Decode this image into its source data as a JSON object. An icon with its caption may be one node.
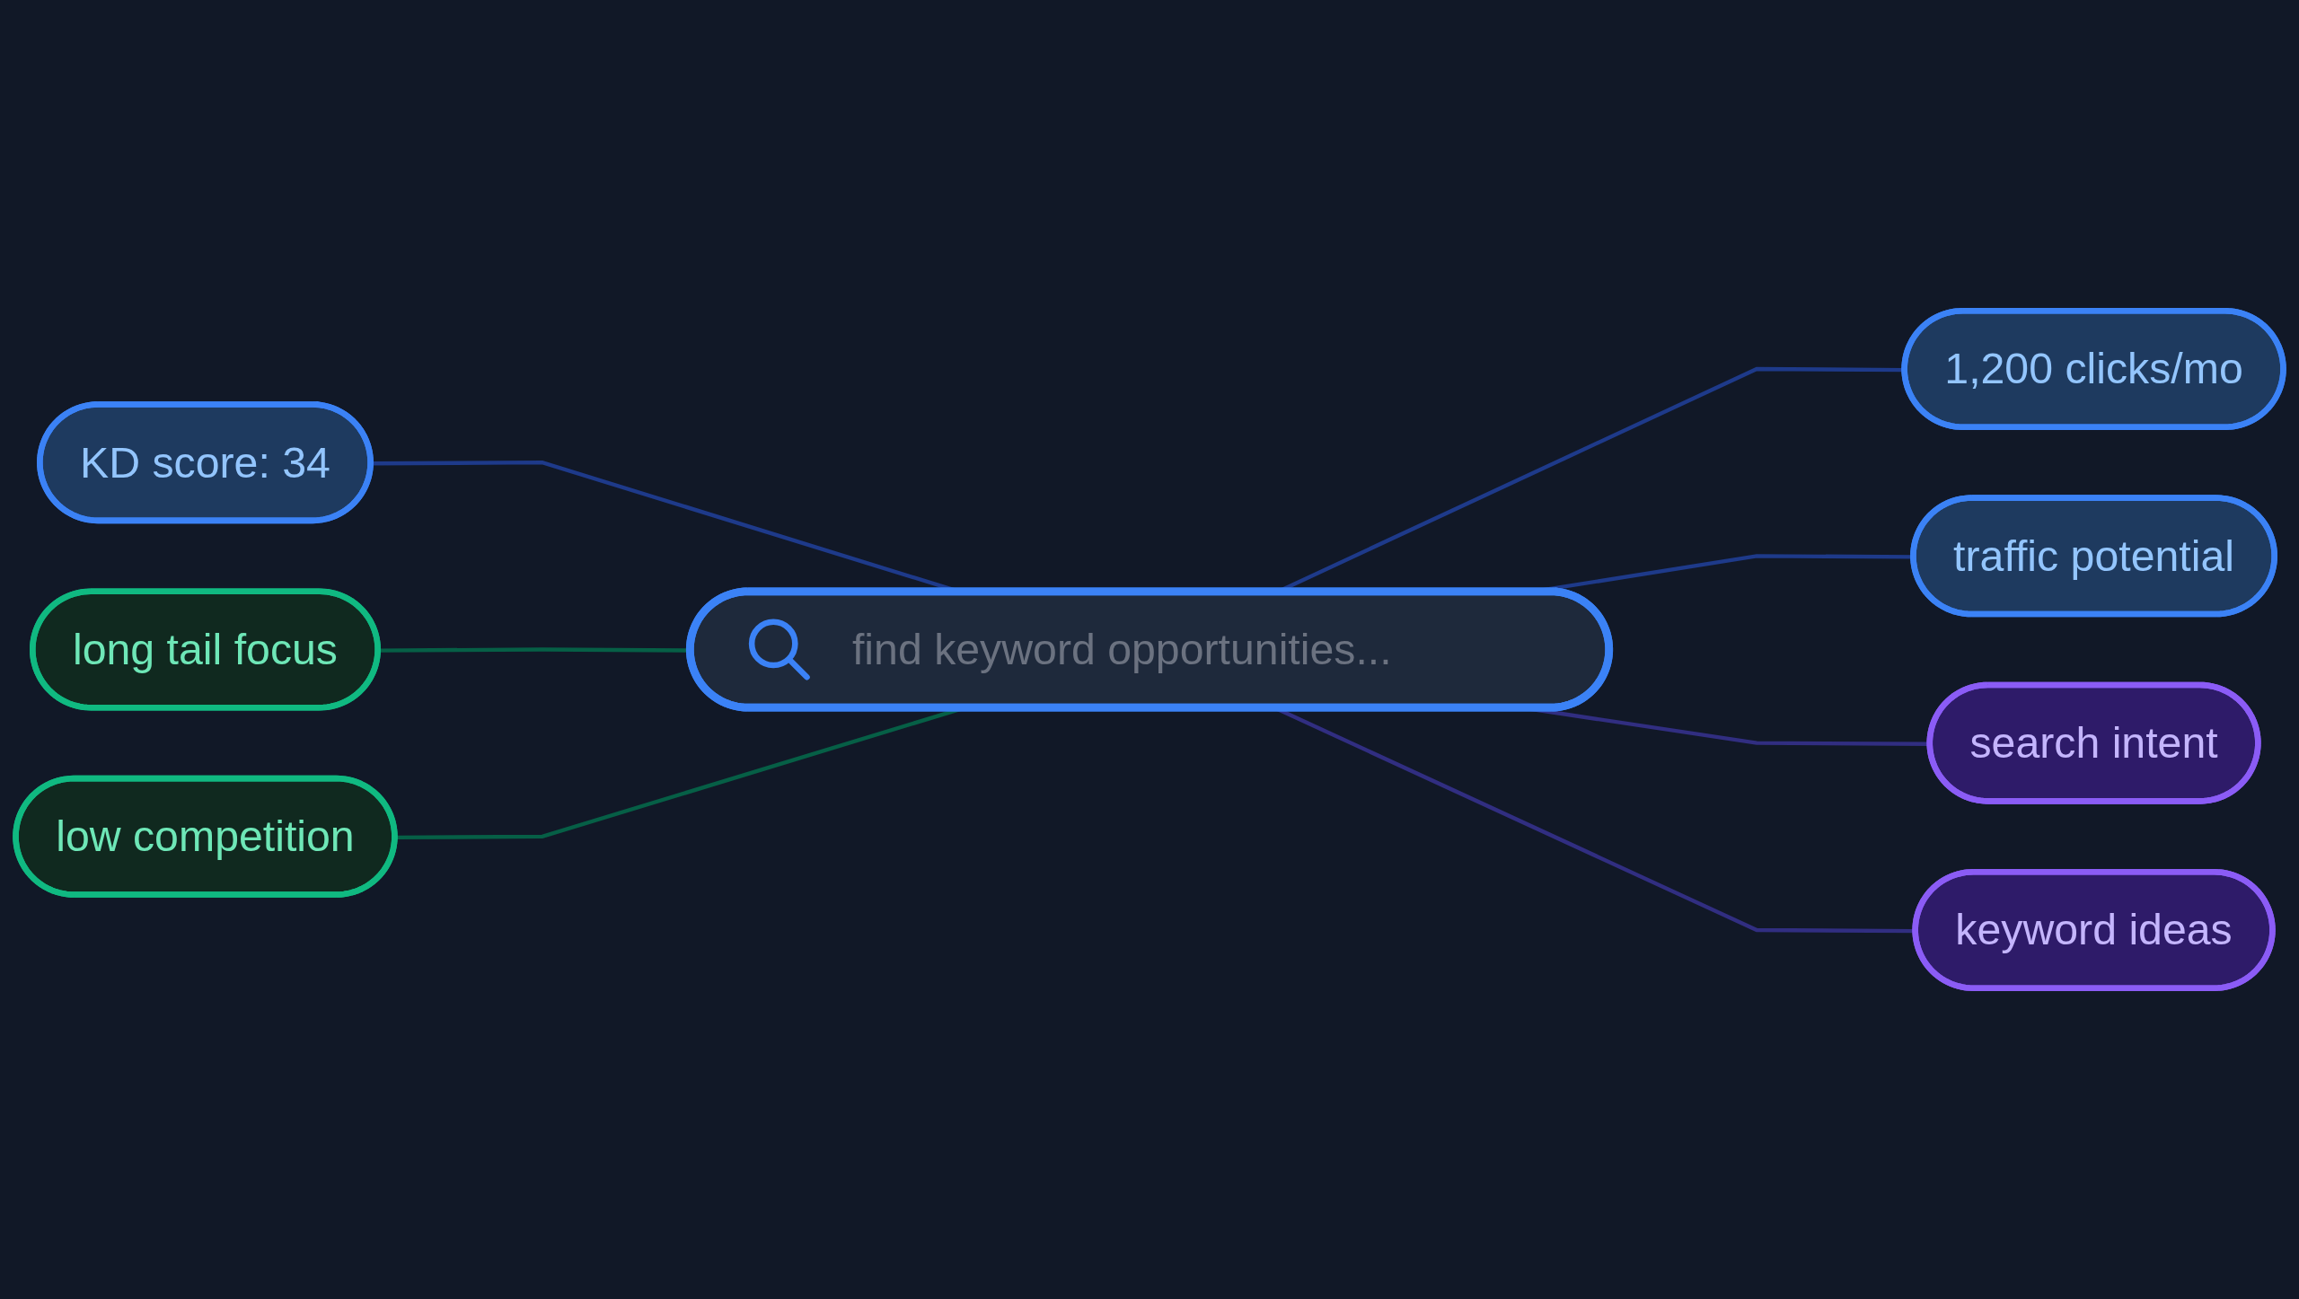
{
  "diagram": {
    "nodes": [
      {
        "text": [
          "KD score: 34"
        ]
      },
      {
        "text": [
          "1,200 clicks/mo"
        ]
      },
      {
        "text": [
          "long tail focus"
        ]
      },
      {
        "text": [
          "find keyword opportunities..."
        ]
      },
      {
        "text": [
          "traffic potential"
        ]
      },
      {
        "text": [
          "search intent"
        ]
      },
      {
        "text": [
          "low competition"
        ]
      },
      {
        "text": [
          "keyword ideas"
        ]
      }
    ],
    "edges": [
      {
        "from": 0,
        "to": 3,
        "arrow": "none"
      },
      {
        "from": 3,
        "to": 1,
        "arrow": "none"
      },
      {
        "from": 2,
        "to": 3,
        "arrow": "none",
        "color": "#065f46"
      },
      {
        "from": 3,
        "to": 4,
        "arrow": "none"
      },
      {
        "from": 3,
        "to": 5,
        "arrow": "none",
        "color": "#312e81"
      },
      {
        "from": 6,
        "to": 3,
        "arrow": "none",
        "color": "#065f46"
      },
      {
        "from": 3,
        "to": 7,
        "arrow": "none",
        "color": "#312e81"
      }
    ]
  }
}
